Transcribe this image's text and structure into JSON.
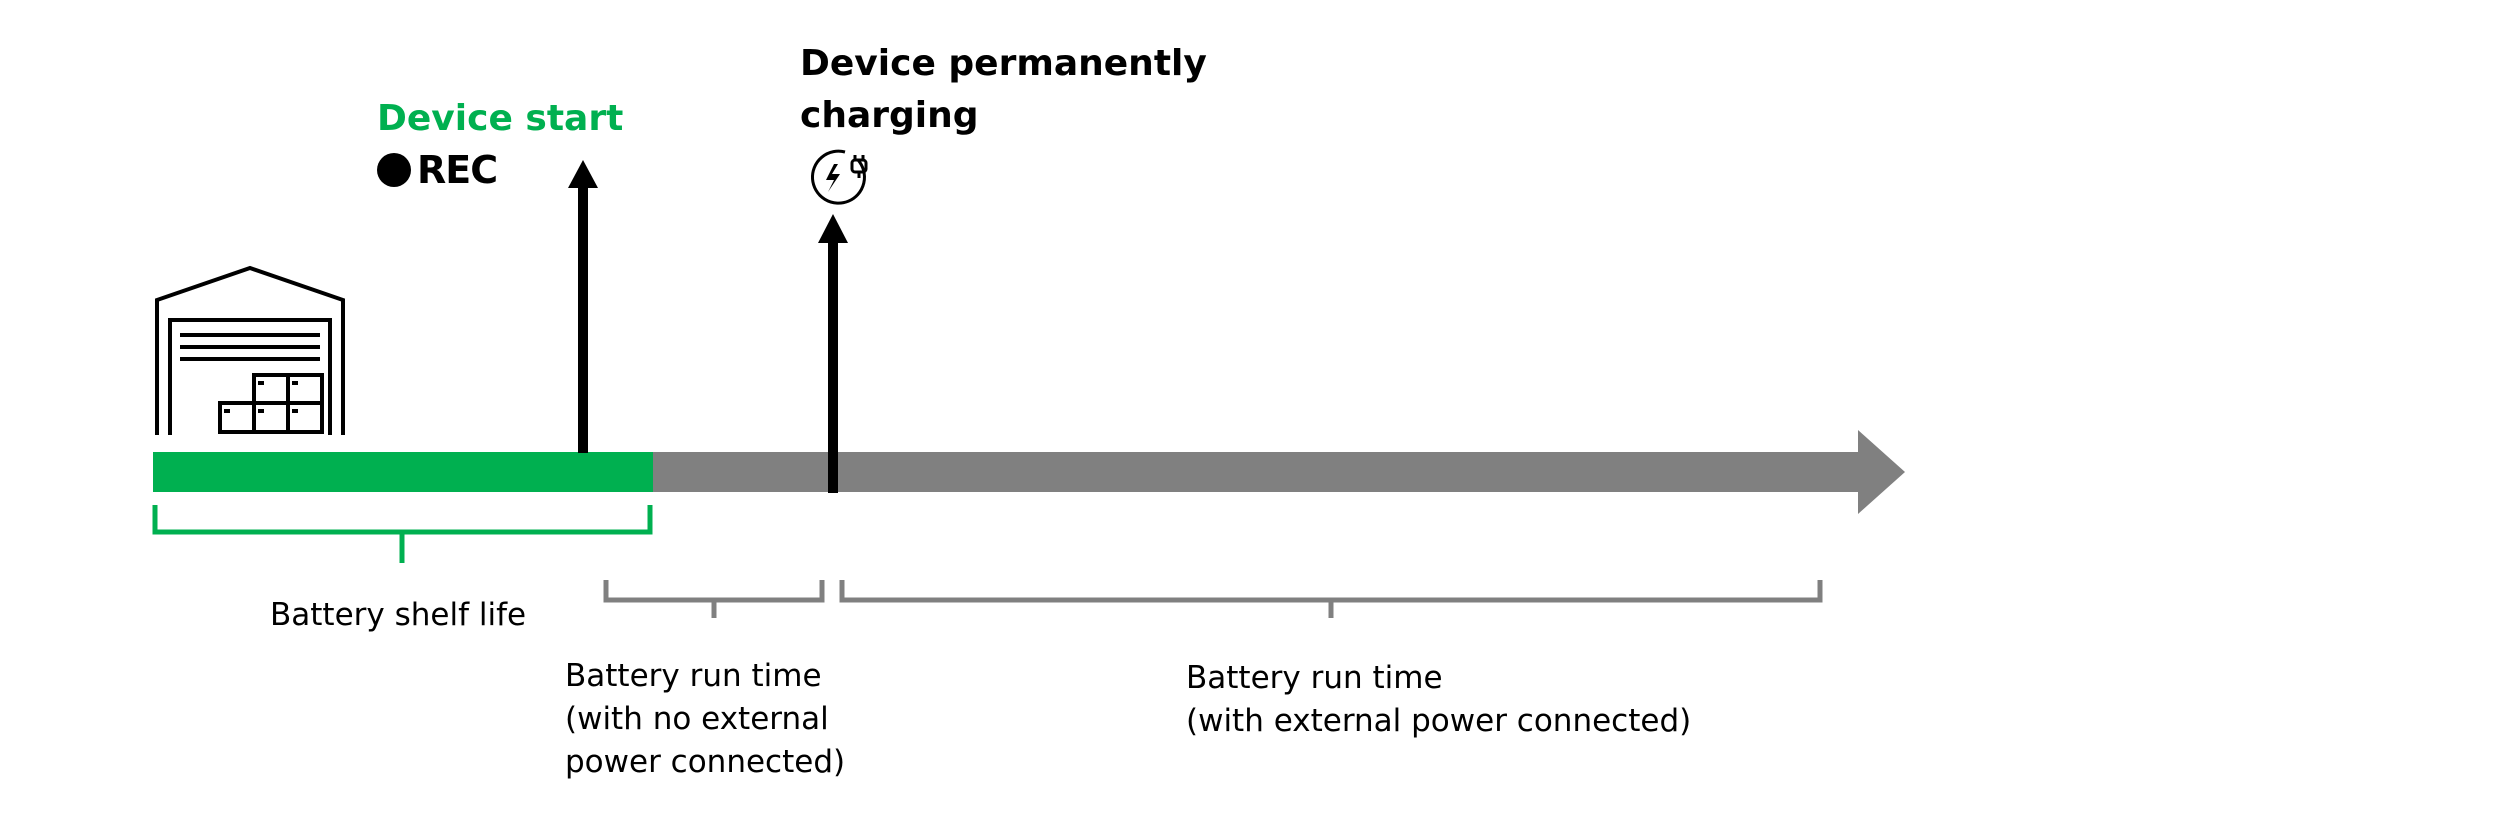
{
  "events": {
    "device_start_label": "Device start",
    "rec_label": "REC",
    "permanent_charging_label": "Device permanently\ncharging"
  },
  "periods": {
    "shelf_life_label": "Battery shelf life",
    "run_time_no_power_label": "Battery run time\n(with no external\npower connected)",
    "run_time_with_power_label": "Battery run time\n(with external power connected)"
  },
  "icons": {
    "warehouse": "warehouse-icon",
    "rec_dot": "record-dot-icon",
    "charging": "charging-plug-icon"
  },
  "colors": {
    "green": "#00b050",
    "timeline_gray": "#808080",
    "bracket_gray": "#808080",
    "arrow_black": "#000000"
  }
}
